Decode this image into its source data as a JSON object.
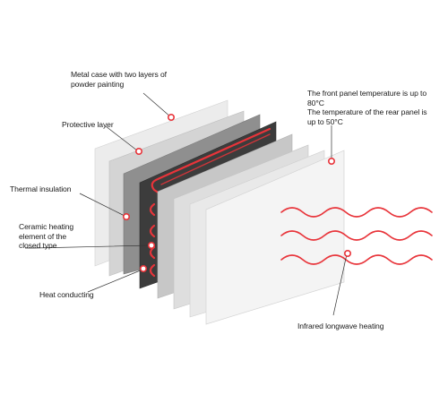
{
  "labels": {
    "metal_case": "Metal case with two layers of\npowder painting",
    "protective_layer": "Protective layer",
    "thermal_insulation": "Thermal insulation",
    "ceramic_heating": "Ceramic heating\nelement of the\nclosed type",
    "heat_conducting": "Heat conducting",
    "front_panel_temp": "The front panel temperature is up to\n80°C\nThe temperature of the rear panel is\nup to 50°C",
    "infrared_heating": "Infrared longwave heating"
  },
  "colors": {
    "accent_red": "#e8343a",
    "leader_line": "#333333"
  }
}
